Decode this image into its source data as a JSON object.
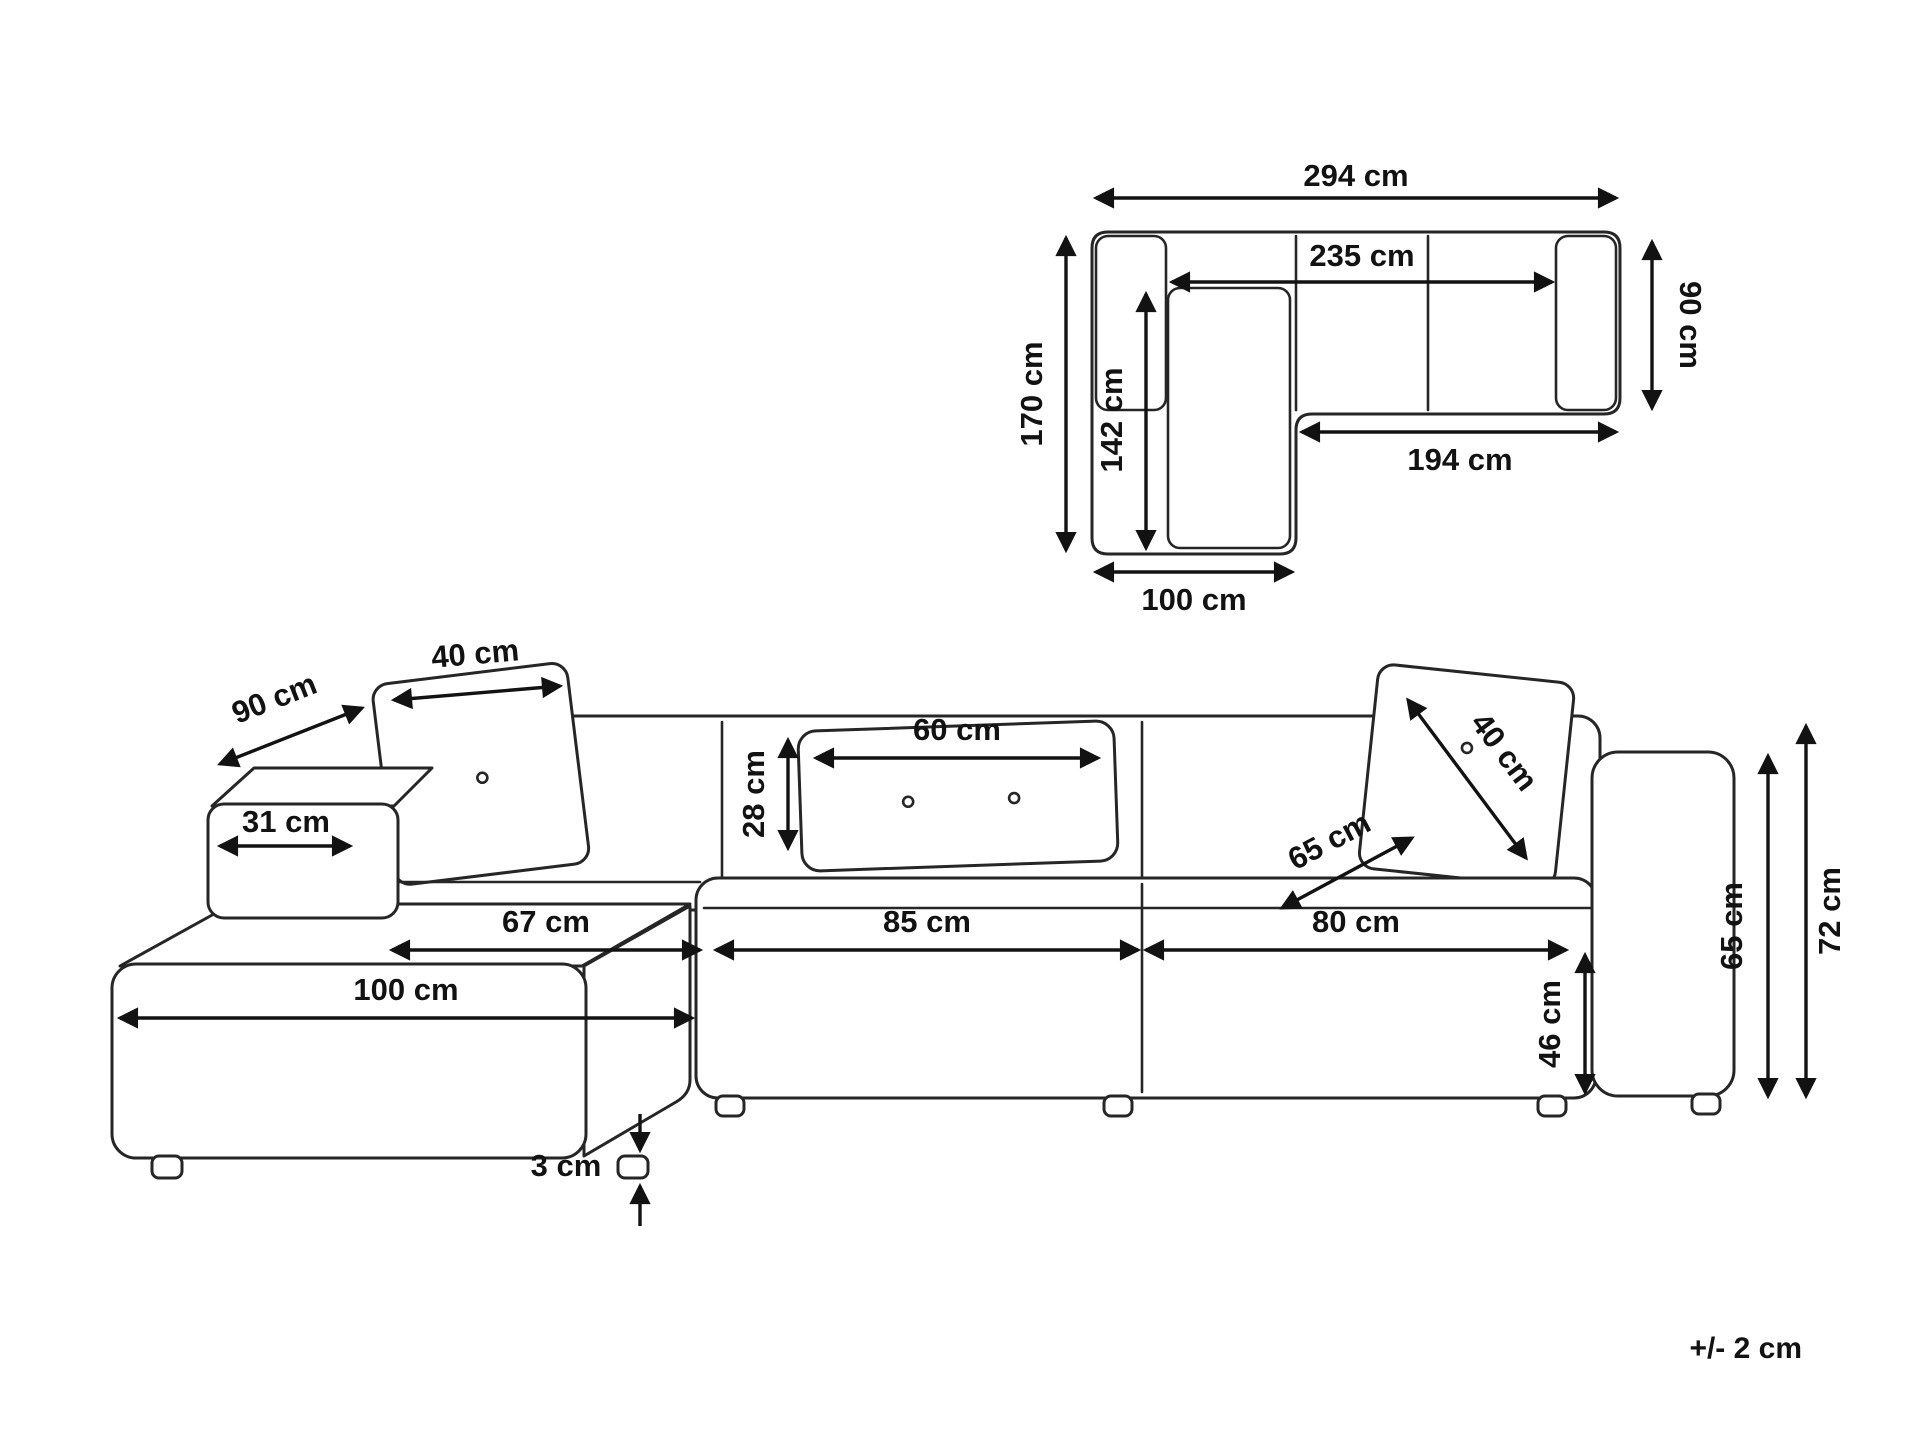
{
  "diagram": {
    "tolerance_note": "+/- 2 cm",
    "top_view": {
      "overall_width": "294 cm",
      "seat_width_inner": "235 cm",
      "depth": "90 cm",
      "chaise_depth_total": "170 cm",
      "chaise_depth_inner": "142 cm",
      "right_length": "194 cm",
      "chaise_width": "100 cm"
    },
    "front_view": {
      "left_pillow_width": "40 cm",
      "armrest_depth": "90 cm",
      "armrest_width": "31 cm",
      "lumbar_pillow_width": "60 cm",
      "lumbar_pillow_height": "28 cm",
      "left_seat_width": "67 cm",
      "middle_seat_width": "85 cm",
      "right_seat_width": "80 cm",
      "right_pillow_width": "40 cm",
      "seat_depth": "65 cm",
      "chaise_length": "100 cm",
      "seat_height": "46 cm",
      "leg_height": "3 cm",
      "total_height": "72 cm",
      "armrest_height": "65 cm"
    }
  }
}
